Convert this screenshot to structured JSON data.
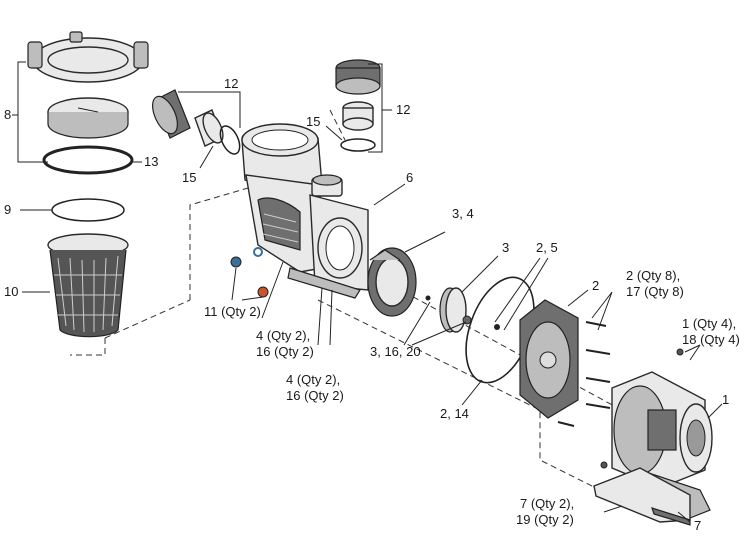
{
  "labels": {
    "l8": "8",
    "l13": "13",
    "l9": "9",
    "l10": "10",
    "l12a": "12",
    "l15a": "15",
    "l12b": "12",
    "l15b": "15",
    "l6": "6",
    "l34": "3, 4",
    "l3": "3",
    "l25": "2, 5",
    "l2": "2",
    "l2q8": "2 (Qty 8),",
    "l17q8": "17 (Qty 8)",
    "l1q4": "1 (Qty 4),",
    "l18q4": "18 (Qty 4)",
    "l1": "1",
    "l11": "11 (Qty 2)",
    "l4q2a": "4 (Qty 2),",
    "l16q2a": "16 (Qty 2)",
    "l4q2b": "4 (Qty 2),",
    "l16q2b": "16 (Qty 2)",
    "l31620": "3, 16, 20",
    "l214": "2, 14",
    "l7q2": "7 (Qty 2),",
    "l19q2": "19 (Qty 2)",
    "l7": "7"
  },
  "colors": {
    "line": "#222222",
    "part_fill": "#e9e9e9",
    "part_dark": "#6f6f6f",
    "accent_orange": "#c8562a",
    "accent_blue": "#3a6f9a"
  }
}
